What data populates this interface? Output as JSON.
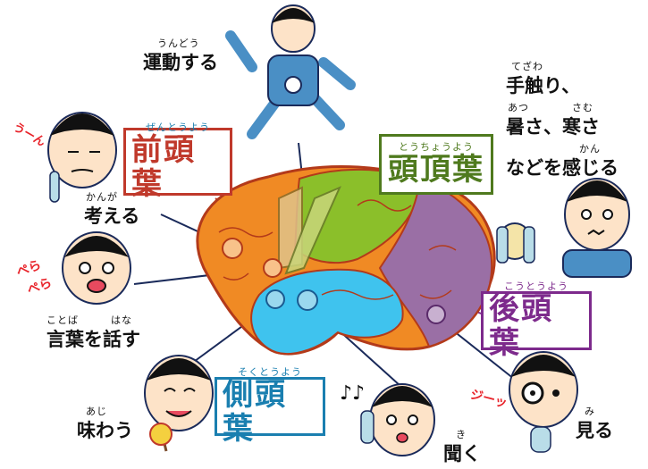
{
  "lobes": {
    "frontal": {
      "reading": "ぜんとうよう",
      "name": "前頭葉",
      "color": "#c0392b"
    },
    "parietal": {
      "reading": "とうちょうよう",
      "name": "頭頂葉",
      "color": "#4f7a1e"
    },
    "occipital": {
      "reading": "こうとうよう",
      "name": "後頭葉",
      "color": "#7d2a8c"
    },
    "temporal": {
      "reading": "そくとうよう",
      "name": "側頭葉",
      "color": "#1a7fb0"
    }
  },
  "functions": {
    "exercise": {
      "reading": "うんどう",
      "text": "運動する"
    },
    "think": {
      "reading": "かんが",
      "text": "考える"
    },
    "speak": {
      "reading_a": "ことば",
      "reading_b": "はな",
      "text": "言葉を話す"
    },
    "taste": {
      "reading": "あじ",
      "text": "味わう"
    },
    "hear": {
      "reading": "き",
      "text": "聞く"
    },
    "see": {
      "reading": "み",
      "text": "見る"
    },
    "sense": {
      "reading_1": "てざわ",
      "line_1": "手触り、",
      "reading_2a": "あつ",
      "reading_2b": "さむ",
      "line_2": "暑さ、寒さ",
      "reading_3": "かん",
      "line_3": "などを感じる"
    }
  },
  "sfx": {
    "hmm": "うーん",
    "chatter_1": "ぺら",
    "chatter_2": "ぺら",
    "notes": "♪♪",
    "stare": "ジーッ"
  }
}
